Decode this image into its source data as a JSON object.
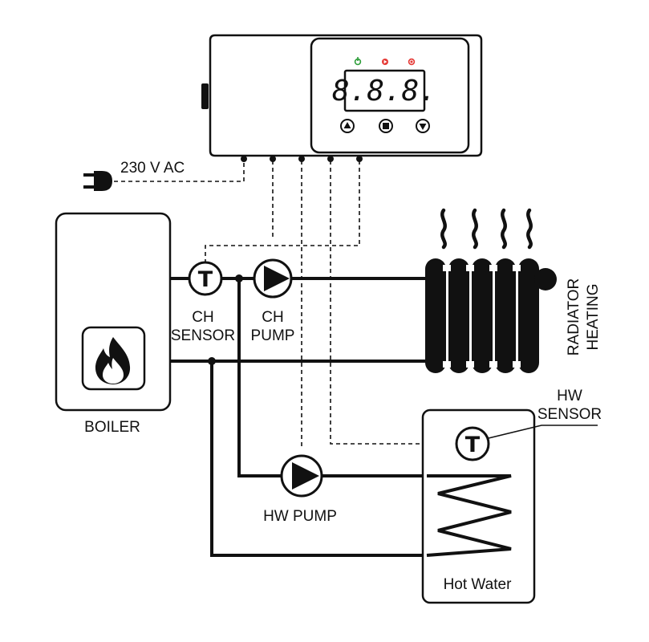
{
  "controller": {
    "display": "8.8.8.",
    "power_label": "230 V AC",
    "icons": {
      "power": "power-icon",
      "play": "play-icon",
      "stop": "stop-icon"
    },
    "buttons": [
      "arrow-up",
      "square",
      "arrow-down"
    ]
  },
  "components": {
    "boiler": "BOILER",
    "ch_sensor_l1": "CH",
    "ch_sensor_l2": "SENSOR",
    "ch_pump_l1": "CH",
    "ch_pump_l2": "PUMP",
    "radiator_l1": "RADIATOR",
    "radiator_l2": "HEATING",
    "hw_sensor_l1": "HW",
    "hw_sensor_l2": "SENSOR",
    "hw_pump": "HW PUMP",
    "hot_water": "Hot Water",
    "sensor_symbol": "T"
  },
  "colors": {
    "power_icon": "#2e9e3a",
    "play_icon": "#e53935",
    "stop_icon": "#e53935",
    "line": "#111111"
  }
}
